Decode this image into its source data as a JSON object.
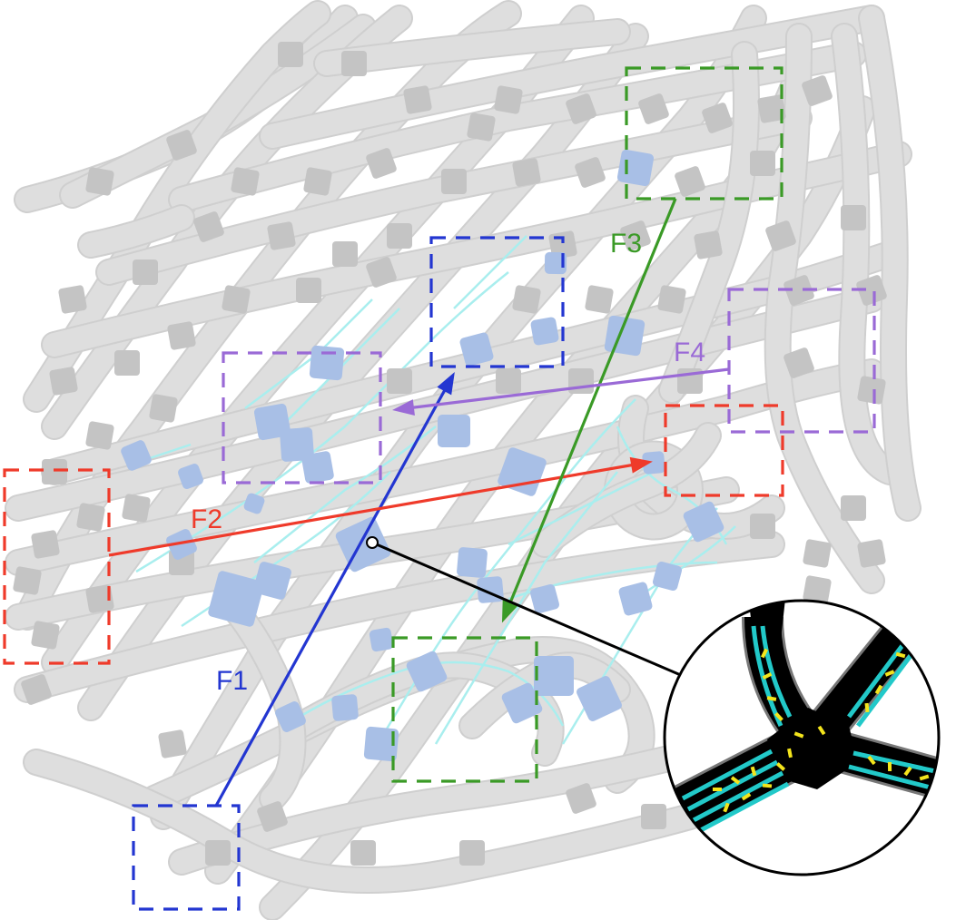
{
  "map": {
    "colors": {
      "road": "#dedede",
      "road_edge": "#cfcfcf",
      "junction": "#c4c4c4",
      "active_junction": "#a8bfe6",
      "lane_marking": "#a9eeee",
      "background": "#ffffff"
    },
    "flows": [
      {
        "id": "F1",
        "label": "F1",
        "color": "#2336d1"
      },
      {
        "id": "F2",
        "label": "F2",
        "color": "#ef3a2a"
      },
      {
        "id": "F3",
        "label": "F3",
        "color": "#3a9a26"
      },
      {
        "id": "F4",
        "label": "F4",
        "color": "#9a6ad6"
      }
    ],
    "inset": {
      "name": "junction-zoom-inset",
      "colors": {
        "background": "#000000",
        "lane": "#22c9c9",
        "vehicle": "#f3e41c",
        "border": "#000000",
        "fill": "#ffffff"
      }
    }
  }
}
